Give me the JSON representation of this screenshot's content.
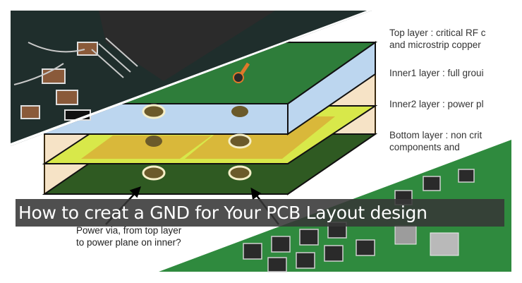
{
  "banner": {
    "title": "How to creat a GND for Your PCB Layout design"
  },
  "layer_notes": {
    "top": "Top layer : critical RF c\nand microstrip copper",
    "inner1": "Inner1 layer : full groui",
    "inner2": "Inner2 layer : power pl",
    "bottom": "Bottom layer : non crit\ncomponents and"
  },
  "via_note": "Power via, from top layer\nto power plane on inner?",
  "colors": {
    "top_plane": "#2e7d3a",
    "inner1_plane": "#bcd6ef",
    "inner2_plane": "#d8e84a",
    "bottom_plane": "#2f5a22",
    "substrate": "#f6e3c6",
    "title_bar": "#373737",
    "pcb_photo_dark": "#1f2e2c",
    "pcb_photo_green": "#2f8a3e"
  }
}
